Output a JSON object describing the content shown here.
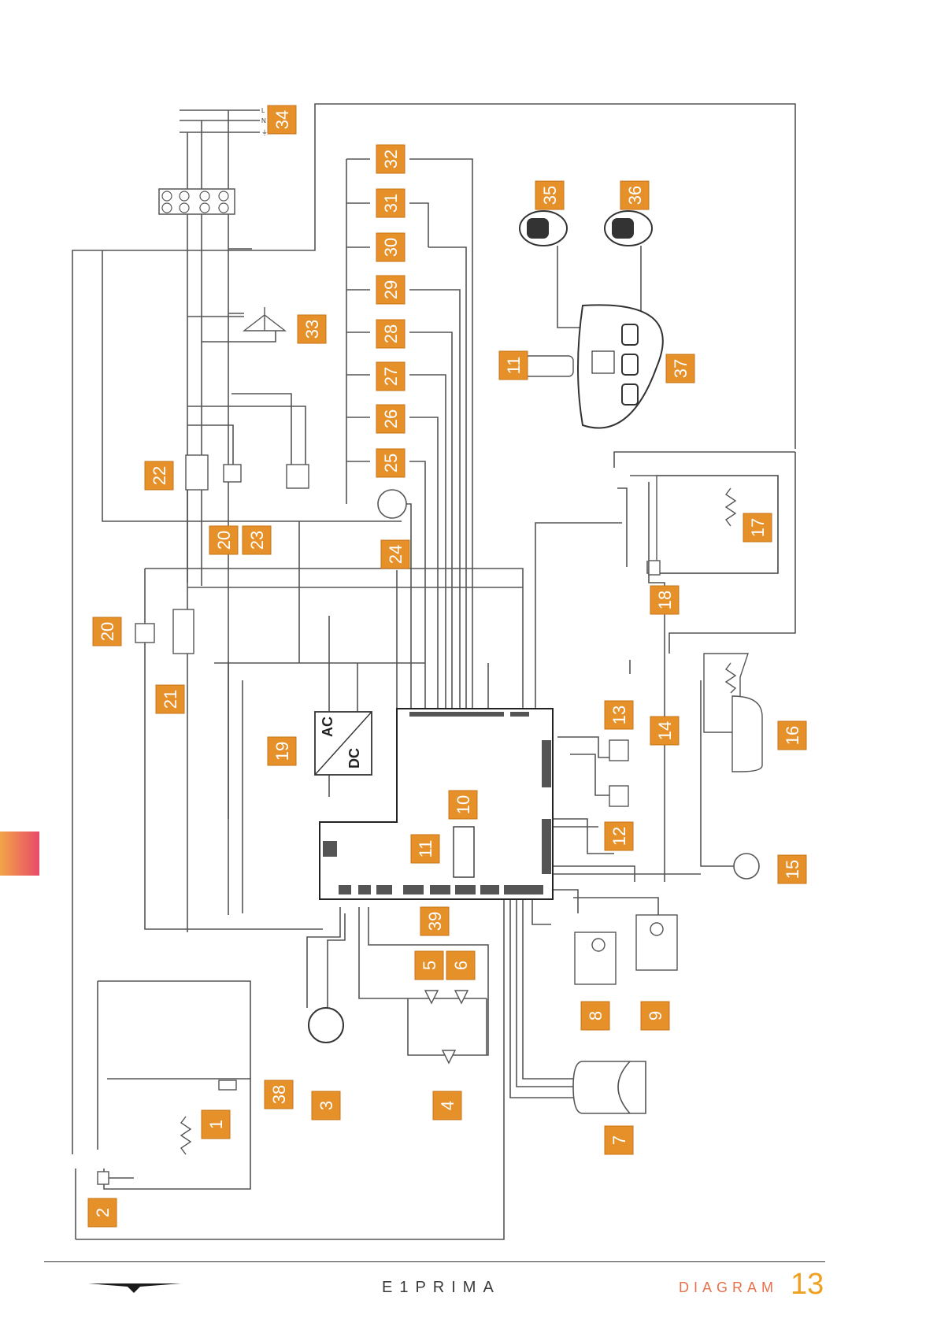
{
  "footer": {
    "brand": "E1PRIMA",
    "section": "DIAGRAM",
    "page": "13"
  },
  "labels": [
    "1",
    "2",
    "3",
    "4",
    "5",
    "6",
    "7",
    "8",
    "9",
    "10",
    "11",
    "11",
    "12",
    "13",
    "14",
    "15",
    "16",
    "17",
    "18",
    "19",
    "20",
    "20",
    "21",
    "22",
    "23",
    "24",
    "25",
    "26",
    "27",
    "28",
    "29",
    "30",
    "31",
    "32",
    "33",
    "34",
    "35",
    "36",
    "37",
    "38",
    "39"
  ],
  "power_terminals": [
    "L",
    "N",
    "⏚"
  ],
  "converter": {
    "ac": "AC",
    "dc": "DC"
  },
  "colors": {
    "label_fill": "#e6902a",
    "label_border": "#c87418",
    "wire": "#555555",
    "accent_gradient_start": "#f2a447",
    "accent_gradient_end": "#e84a6a"
  }
}
